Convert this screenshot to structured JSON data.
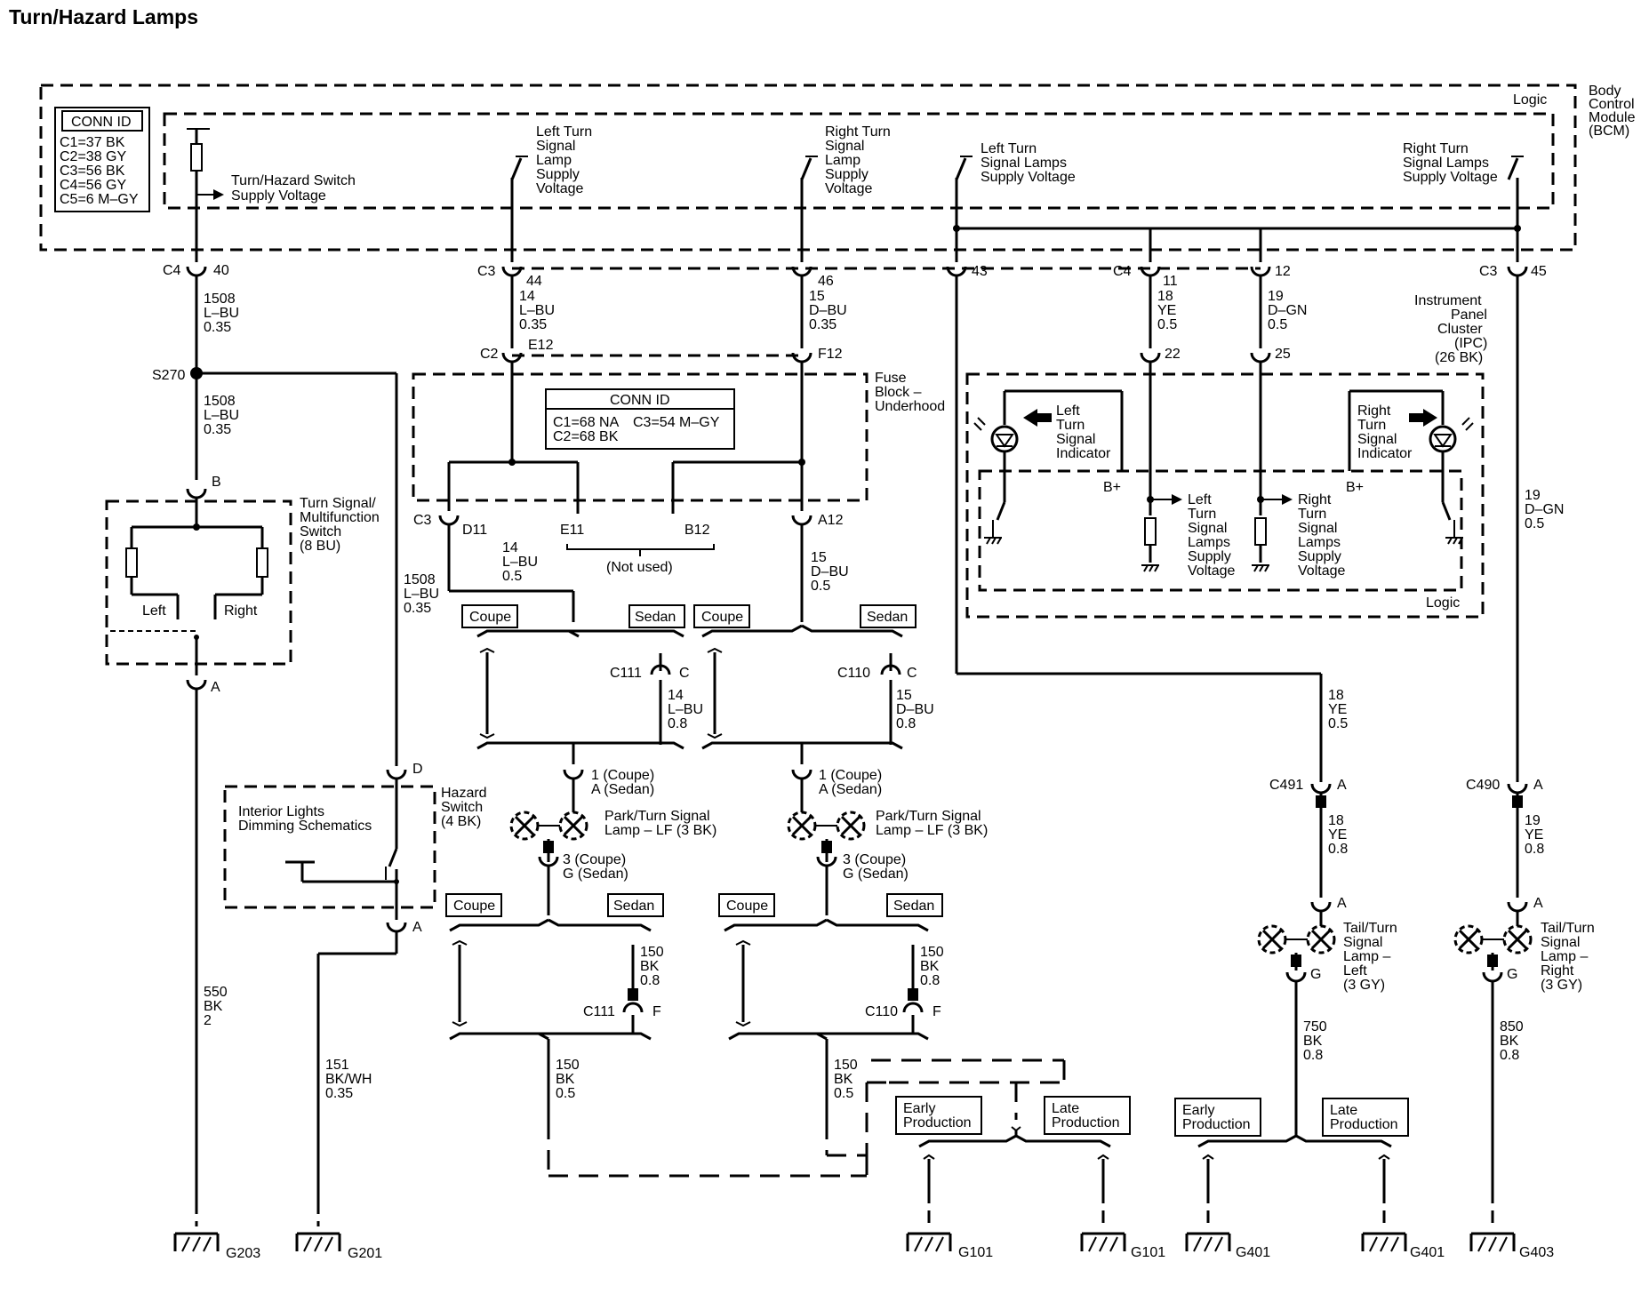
{
  "title": "Turn/Hazard Lamps",
  "modules": {
    "bcm": [
      "Body",
      "Control",
      "Module",
      "(BCM)"
    ],
    "bcm_logic": "Logic",
    "ipc": [
      "Instrument",
      "Panel",
      "Cluster",
      "(IPC)",
      "(26 BK)"
    ],
    "ipc_logic": "Logic",
    "fuse_block": [
      "Fuse",
      "Block –",
      "Underhood"
    ],
    "turn_switch": [
      "Turn Signal/",
      "Multifunction",
      "Switch",
      "(8 BU)"
    ],
    "hazard_switch": [
      "Hazard",
      "Switch",
      "(4 BK)"
    ],
    "interior_lights": [
      "Interior Lights",
      "Dimming Schematics"
    ]
  },
  "conn_id_bcm": {
    "header": "CONN ID",
    "rows": [
      "C1=37 BK",
      "C2=38 GY",
      "C3=56 BK",
      "C4=56 GY",
      "C5=6 M–GY"
    ]
  },
  "conn_id_fuse": {
    "header": "CONN ID",
    "col1": [
      "C1=68 NA",
      "C2=68 BK"
    ],
    "col2": "C3=54 M–GY"
  },
  "bcm_functions": {
    "turn_hazard_supply": [
      "Turn/Hazard Switch",
      "Supply Voltage"
    ],
    "left_turn_lamp_supply": [
      "Left Turn",
      "Signal",
      "Lamp",
      "Supply",
      "Voltage"
    ],
    "right_turn_lamp_supply": [
      "Right Turn",
      "Signal",
      "Lamp",
      "Supply",
      "Voltage"
    ],
    "left_turn_lamps_supply": [
      "Left Turn",
      "Signal Lamps",
      "Supply Voltage"
    ],
    "right_turn_lamps_supply": [
      "Right Turn",
      "Signal Lamps",
      "Supply Voltage"
    ]
  },
  "ipc_functions": {
    "left_indicator": [
      "Left",
      "Turn",
      "Signal",
      "Indicator"
    ],
    "right_indicator": [
      "Right",
      "Turn",
      "Signal",
      "Indicator"
    ],
    "left_supply": [
      "Left",
      "Turn",
      "Signal",
      "Lamps",
      "Supply",
      "Voltage"
    ],
    "right_supply": [
      "Right",
      "Turn",
      "Signal",
      "Lamps",
      "Supply",
      "Voltage"
    ],
    "bplus": "B+"
  },
  "connectors": {
    "c4_40": [
      "C4",
      "40"
    ],
    "c3_44": [
      "C3",
      "44"
    ],
    "c3_46": "46",
    "c3_43": "43",
    "c4_11": [
      "C4",
      "11"
    ],
    "c4_12": "12",
    "c3_45": [
      "C3",
      "45"
    ],
    "c2_e12": [
      "C2",
      "E12"
    ],
    "f12": "F12",
    "ipc_22": "22",
    "ipc_25": "25",
    "c3_d11": [
      "C3",
      "D11"
    ],
    "e11": "E11",
    "b12": "B12",
    "a12": "A12",
    "s270": "S270",
    "sw_b": "B",
    "sw_a": "A",
    "hz_d": "D",
    "hz_a": "A",
    "c111_c": [
      "C111",
      "C"
    ],
    "c110_c": [
      "C110",
      "C"
    ],
    "c111_f": [
      "C111",
      "F"
    ],
    "c110_f": [
      "C110",
      "F"
    ],
    "lf_pin1": [
      "1 (Coupe)",
      "A (Sedan)"
    ],
    "lf_pin3": [
      "3 (Coupe)",
      "G (Sedan)"
    ],
    "rf_pin1": [
      "1 (Coupe)",
      "A (Sedan)"
    ],
    "rf_pin3": [
      "3 (Coupe)",
      "G (Sedan)"
    ],
    "c491_a": [
      "C491",
      "A"
    ],
    "c490_a": [
      "C490",
      "A"
    ],
    "tl_a": "A",
    "tl_g": "G",
    "tr_a": "A",
    "tr_g": "G"
  },
  "wires": {
    "w1508a": [
      "1508",
      "L–BU",
      "0.35"
    ],
    "w1508b": [
      "1508",
      "L–BU",
      "0.35"
    ],
    "w1508c": [
      "1508",
      "L–BU",
      "0.35"
    ],
    "w14a": [
      "14",
      "L–BU",
      "0.35"
    ],
    "w15a": [
      "15",
      "D–BU",
      "0.35"
    ],
    "w18a": [
      "18",
      "YE",
      "0.5"
    ],
    "w19a": [
      "19",
      "D–GN",
      "0.5"
    ],
    "w19b": [
      "19",
      "D–GN",
      "0.5"
    ],
    "w14b": [
      "14",
      "L–BU",
      "0.5"
    ],
    "w15b": [
      "15",
      "D–BU",
      "0.5"
    ],
    "w14c": [
      "14",
      "L–BU",
      "0.8"
    ],
    "w15c": [
      "15",
      "D–BU",
      "0.8"
    ],
    "w18b": [
      "18",
      "YE",
      "0.5"
    ],
    "w18c": [
      "18",
      "YE",
      "0.8"
    ],
    "w19c": [
      "19",
      "YE",
      "0.8"
    ],
    "w150a": [
      "150",
      "BK",
      "0.8"
    ],
    "w150b": [
      "150",
      "BK",
      "0.8"
    ],
    "w150c": [
      "150",
      "BK",
      "0.5"
    ],
    "w150d": [
      "150",
      "BK",
      "0.5"
    ],
    "w550": [
      "550",
      "BK",
      "2"
    ],
    "w151": [
      "151",
      "BK/WH",
      "0.35"
    ],
    "w750": [
      "750",
      "BK",
      "0.8"
    ],
    "w850": [
      "850",
      "BK",
      "0.8"
    ]
  },
  "options": {
    "coupe": "Coupe",
    "sedan": "Sedan",
    "not_used": "(Not used)",
    "early": [
      "Early",
      "Production"
    ],
    "late": [
      "Late",
      "Production"
    ]
  },
  "switch_positions": {
    "left": "Left",
    "right": "Right"
  },
  "lamps": {
    "lf_left": [
      "Park/Turn Signal",
      "Lamp – LF (3 BK)"
    ],
    "lf_right": [
      "Park/Turn Signal",
      "Lamp – LF (3 BK)"
    ],
    "tail_left": [
      "Tail/Turn",
      "Signal",
      "Lamp –",
      "Left",
      "(3 GY)"
    ],
    "tail_right": [
      "Tail/Turn",
      "Signal",
      "Lamp –",
      "Right",
      "(3 GY)"
    ]
  },
  "grounds": {
    "g203": "G203",
    "g201": "G201",
    "g101a": "G101",
    "g101b": "G101",
    "g401a": "G401",
    "g401b": "G401",
    "g403": "G403"
  }
}
